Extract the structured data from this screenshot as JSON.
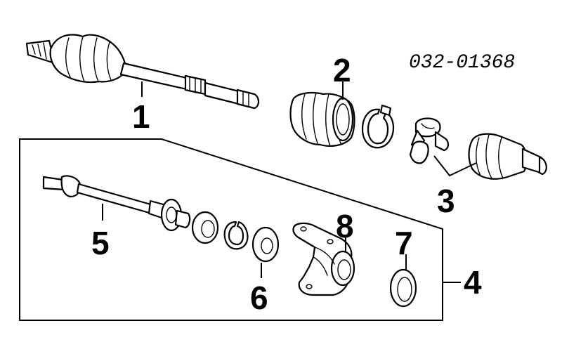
{
  "diagram_code": "032-01368",
  "callouts": {
    "c1": "1",
    "c2": "2",
    "c3": "3",
    "c4": "4",
    "c5": "5",
    "c6": "6",
    "c7": "7",
    "c8": "8"
  }
}
